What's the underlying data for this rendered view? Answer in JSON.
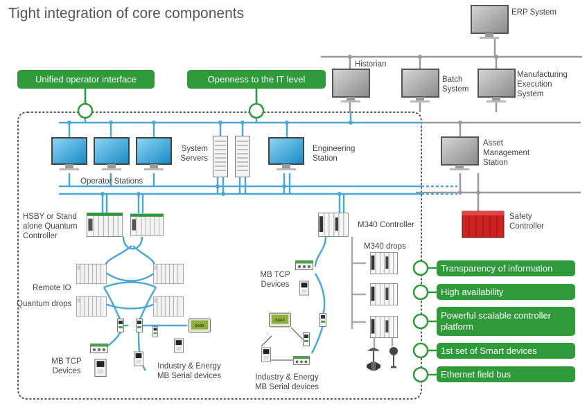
{
  "title": "Tight integration of core components",
  "callouts": {
    "unified": "Unified operator interface",
    "openness": "Openness to the IT level"
  },
  "features": [
    "Transparency of information",
    "High availability",
    "Powerful scalable controller platform",
    "1st set of Smart devices",
    "Ethernet field bus"
  ],
  "labels": {
    "erp": "ERP System",
    "historian": "Historian",
    "batch": "Batch\nSystem",
    "mes": "Manufacturing\nExecution\nSystem",
    "asset": "Asset\nManagement\nStation",
    "safety": "Safety\nController",
    "system_servers": "System\nServers",
    "engineering": "Engineering\nStation",
    "operator_stations": "Operator Stations",
    "hsby": "HSBY or Stand\nalone Quantum\nController",
    "m340_controller": "M340 Controller",
    "m340_drops": "M340 drops",
    "remote_io": "Remote IO",
    "quantum_drops": "Quantum drops",
    "mb_tcp_left": "MB TCP\nDevices",
    "mb_tcp_mid": "MB TCP\nDevices",
    "ie_left": "Industry & Energy\nMB Serial devices",
    "ie_mid": "Industry & Energy\nMB Serial devices"
  },
  "colors": {
    "accent_green": "#2e9a3a",
    "network_blue": "#4aa8d8",
    "it_network_gray": "#999999",
    "safety_red": "#cc2222",
    "screen_blue": "#1e9ed6"
  }
}
